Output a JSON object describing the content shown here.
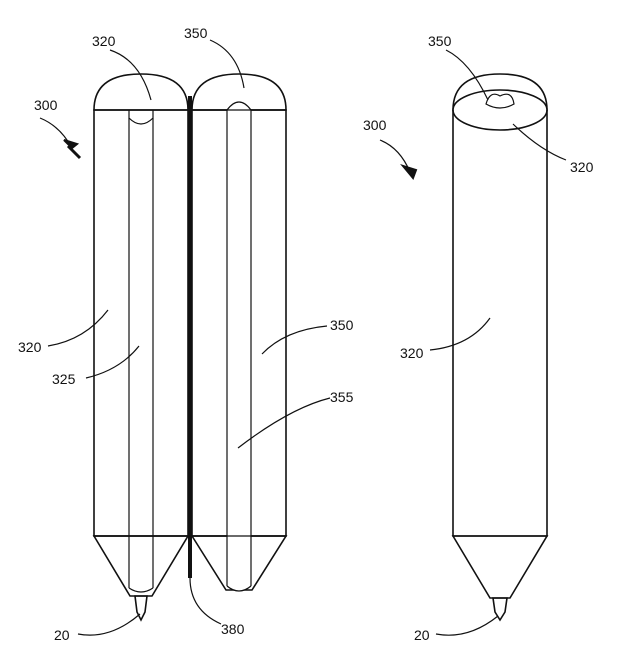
{
  "labels": {
    "left_300": "300",
    "left_320_top": "320",
    "left_350_top": "350",
    "left_320_side": "320",
    "left_325": "325",
    "left_350_side": "350",
    "left_355": "355",
    "left_380": "380",
    "left_20": "20",
    "right_350": "350",
    "right_300": "300",
    "right_320_top": "320",
    "right_320_side": "320",
    "right_20": "20"
  },
  "colors": {
    "stroke": "#111111",
    "hatch": "#222222",
    "background": "#ffffff"
  }
}
